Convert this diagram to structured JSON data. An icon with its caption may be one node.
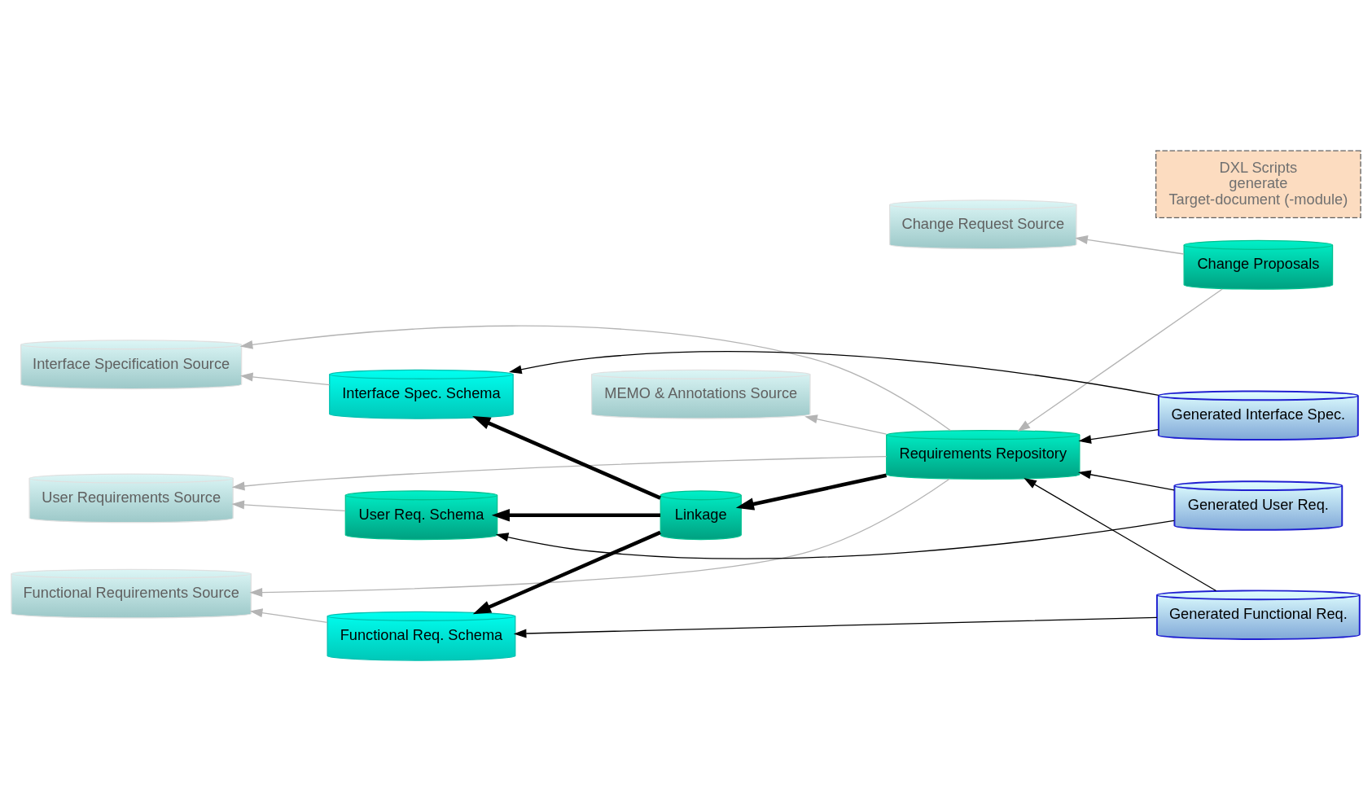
{
  "diagram": {
    "nodes": [
      {
        "text": [
          "Change Request Source"
        ]
      },
      {
        "text": [
          "Change Proposals"
        ]
      },
      {
        "text": [
          "User Requirements Source"
        ]
      },
      {
        "text": [
          "Requirements Repository"
        ]
      },
      {
        "text": [
          "Functional Requirements Source"
        ]
      },
      {
        "text": [
          "Linkage"
        ]
      },
      {
        "text": [
          "DXL Scripts",
          "generate",
          "Target-document (-module)"
        ]
      },
      {
        "text": [
          "User Req. Schema"
        ]
      },
      {
        "text": [
          "Interface Specification Source"
        ]
      },
      {
        "text": [
          "Functional Req. Schema"
        ]
      },
      {
        "text": [
          "Interface Spec. Schema"
        ]
      },
      {
        "text": [
          "MEMO & Annotations Source"
        ]
      },
      {
        "text": [
          "Generated User Req."
        ]
      },
      {
        "text": [
          "Generated Interface Spec."
        ]
      },
      {
        "text": [
          "Generated Functional Req."
        ]
      }
    ],
    "edges": [
      {
        "from": 1,
        "to": 0,
        "arrow": "to",
        "color": "#b4b4b4"
      },
      {
        "from": 1,
        "to": 3,
        "arrow": "to",
        "color": "#b4b4b4"
      },
      {
        "from": 3,
        "to": 2,
        "arrow": "to",
        "color": "#b4b4b4"
      },
      {
        "from": 3,
        "to": 4,
        "arrow": "to",
        "color": "#b4b4b4"
      },
      {
        "from": 3,
        "to": 8,
        "arrow": "to",
        "color": "#b4b4b4"
      },
      {
        "from": 3,
        "to": 11,
        "arrow": "to",
        "color": "#b4b4b4"
      },
      {
        "from": 7,
        "to": 2,
        "arrow": "to",
        "color": "#b4b4b4"
      },
      {
        "from": 9,
        "to": 4,
        "arrow": "to",
        "color": "#b4b4b4"
      },
      {
        "from": 10,
        "to": 8,
        "arrow": "to",
        "color": "#b4b4b4"
      },
      {
        "from": 3,
        "to": 5,
        "arrow": "to",
        "style": "thick"
      },
      {
        "from": 5,
        "to": 7,
        "arrow": "to",
        "style": "thick"
      },
      {
        "from": 5,
        "to": 9,
        "arrow": "to",
        "style": "thick"
      },
      {
        "from": 5,
        "to": 10,
        "arrow": "to",
        "style": "thick"
      },
      {
        "from": 13,
        "to": 3,
        "arrow": "to"
      },
      {
        "from": 12,
        "to": 3,
        "arrow": "to"
      },
      {
        "from": 14,
        "to": 3,
        "arrow": "to"
      },
      {
        "from": 12,
        "to": 7,
        "arrow": "to"
      },
      {
        "from": 14,
        "to": 9,
        "arrow": "to"
      },
      {
        "from": 13,
        "to": 10,
        "arrow": "to"
      }
    ]
  }
}
